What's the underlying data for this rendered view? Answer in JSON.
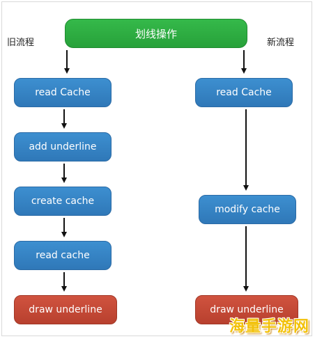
{
  "title": "划线操作",
  "left_label": "旧流程",
  "right_label": "新流程",
  "old_flow": [
    "read Cache",
    "add underline",
    "create cache",
    "read cache",
    "draw underline"
  ],
  "new_flow": [
    "read Cache",
    "modify cache",
    "draw underline"
  ],
  "watermark": "海量手游网",
  "colors": {
    "title_box": "#2ea843",
    "process_box": "#3585c6",
    "final_box": "#c44a36",
    "arrow": "#111111"
  }
}
